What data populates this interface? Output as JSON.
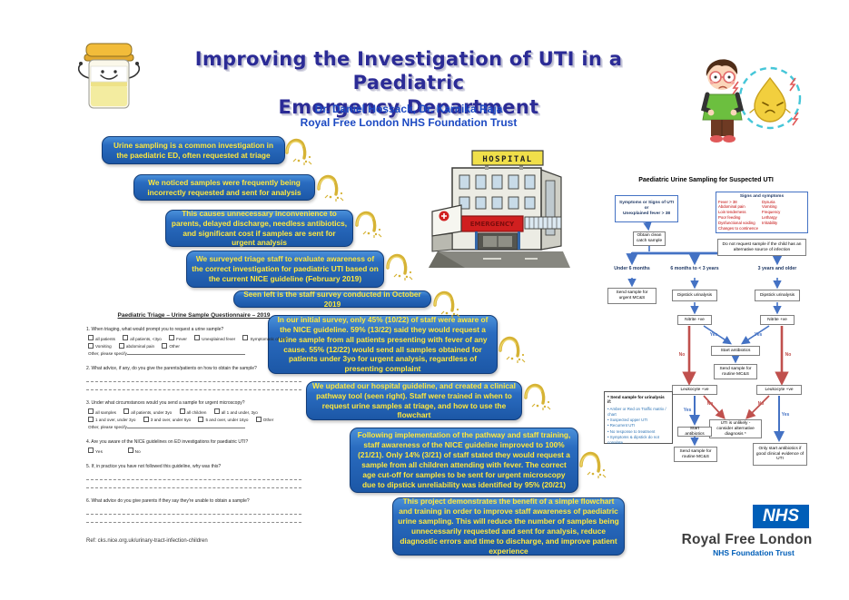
{
  "header": {
    "title1": "Improving the Investigation of UTI in a Paediatric",
    "title2": "Emergency Department",
    "authors": "Dr. Daniel Hossack, Dr. Karnika Raja",
    "affiliation": "Royal Free London NHS Foundation Trust"
  },
  "cascade": [
    "Urine sampling is a common investigation in the paediatric ED, often requested at triage",
    "We noticed samples were frequently being incorrectly requested and sent for analysis",
    "This causes unnecessary inconvenience to parents, delayed discharge, needless antibiotics, and significant cost if samples are sent for urgent analysis",
    "We surveyed triage staff to evaluate awareness of the correct investigation for paediatric UTI based on the current NICE guideline (February 2019)",
    "Seen left is the staff survey conducted in October 2019",
    "In our initial survey, only 45% (10/22) of staff were aware of the NICE guideline. 59% (13/22) said they would request a urine sample from all patients presenting with fever of any cause. 55% (12/22) would send all samples obtained for patients under 3yo for urgent analysis, regardless of presenting complaint",
    "We updated our hospital guideline, and created a clinical pathway tool (seen right). Staff were trained in when to request urine samples at triage, and how to use the flowchart",
    "Following implementation of the pathway and staff training, staff awareness of the NICE guideline improved to 100% (21/21). Only 14% (3/21) of staff stated they would request a sample from all children attending with fever. The correct age cut-off for samples to be sent for urgent microscopy due to dipstick unreliability was identified by 95% (20/21)",
    "This project demonstrates the benefit of a simple flowchart and training in order to improve staff awareness of paediatric urine sampling. This will reduce the number of samples being unnecessarily requested and sent for analysis, reduce diagnostic errors and time to discharge, and improve patient experience"
  ],
  "hospital": {
    "sign": "HOSPITAL",
    "banner": "EMERGENCY"
  },
  "questionnaire": {
    "title": "Paediatric Triage – Urine Sample Questionnaire – 2019",
    "q1": {
      "text": "1.   When triaging, what would prompt you to request a urine sample?",
      "row1": [
        "all patients",
        "all patients, <3yo",
        "Fever",
        "Unexplained fever",
        "Symptomatic of UTI"
      ],
      "row2": [
        "Vomiting",
        "abdominal pain",
        "Other"
      ],
      "other": "Other, please specify"
    },
    "q2": {
      "text": "2.   What advice, if any, do you give the parents/patients on how to obtain the sample?"
    },
    "q3": {
      "text": "3.   Under what circumstances would you send a sample for urgent microscopy?",
      "row1": [
        "all samples",
        "all patients, under 3yo",
        "all children",
        "all 1 and under, 3yo"
      ],
      "row2": [
        "1 and over, under 3yo",
        "3 and over, under 5yo",
        "5 and over, under 16yo",
        "Other"
      ],
      "other": "Other, please specify"
    },
    "q4": {
      "text": "4.   Are you aware of the NICE guidelines on ED investigations for paediatric UTI?",
      "options": [
        "Yes",
        "No"
      ]
    },
    "q5": {
      "text": "5.   If, in practice you have not followed this guideline, why was this?"
    },
    "q6": {
      "text": "6.   What advice do you give parents if they say they're unable to obtain a sample?"
    },
    "ref": "Ref: cks.nice.org.uk/urinary-tract-infection-children"
  },
  "flowchart": {
    "title": "Paediatric Urine Sampling for Suspected UTI",
    "start": [
      "Symptoms or Signs of UTI",
      "or",
      "Unexplained fever > 38"
    ],
    "signs": {
      "title": "Signs and symptoms",
      "left": [
        "Fever > 38",
        "Abdominal pain",
        "Loin tenderness",
        "Poor feeding",
        "Dysfunctional voiding",
        "Changes to continence"
      ],
      "right": [
        "Dysuria",
        "Vomiting",
        "Frequency",
        "Lethargy",
        "Irritability"
      ]
    },
    "no_sample_note": "Do not request sample if the child has an alternative source of infection",
    "clean_catch": "Obtain clean catch sample",
    "age_groups": [
      "Under 6 months",
      "6 months to < 3 years",
      "3 years and older"
    ],
    "urgent_mcs": "Send sample for urgent MC&S",
    "dipstick": "Dipstick urinalysis",
    "nitrite": "Nitrite +ve",
    "start_antibiotics": "Start antibiotics",
    "routine_mcs": "Send sample for routine MC&S",
    "leukocyte": "Leukocyte +ve",
    "uti_unlikely": "UTI is unlikely - consider alternative diagnosis *",
    "only_antibiotics": "Only start antibiotics if good clinical evidence of UTI",
    "labels": {
      "yes": "Yes",
      "no": "No"
    },
    "note": {
      "title": "* Send sample for urinalysis if:",
      "items": [
        "Amber or Red on Traffic matrix / chart",
        "Suspected upper UTI",
        "Recurrent UTI",
        "No response to treatment",
        "Symptoms & dipstick do not correlate"
      ]
    }
  },
  "nhs": {
    "logo": "NHS",
    "org": "Royal Free London",
    "trust": "NHS Foundation Trust"
  }
}
